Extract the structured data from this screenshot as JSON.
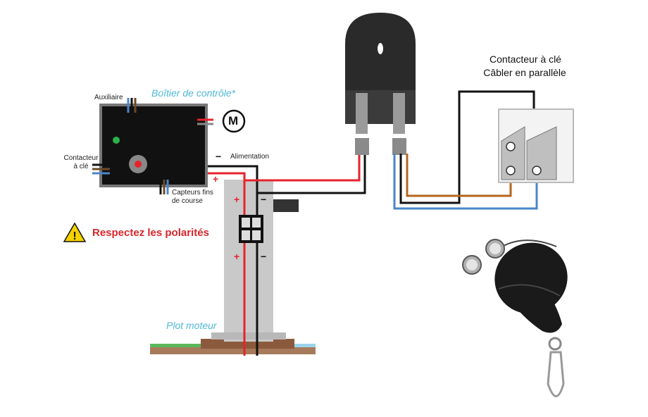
{
  "labels": {
    "auxiliaire": "Auxiliaire",
    "boitier": "Boîtier de contrôle*",
    "contacteur_cle": "Contacteur à clé",
    "alimentation": "Alimentation",
    "capteurs": "Capteurs fins de course",
    "warning": "Respectez les polarités",
    "plot_moteur": "Plot moteur",
    "key_switch_title": "Contacteur à clé",
    "key_switch_sub": "Câbler en parallèle",
    "motor_symbol": "M"
  },
  "signs": {
    "minus": "−",
    "plus": "+"
  },
  "colors": {
    "wire_red": "#e8222b",
    "wire_black": "#111111",
    "wire_blue": "#4a86c8",
    "wire_brown": "#b5651d",
    "accent_teal": "#4fb8d6",
    "warning_red": "#d8262b",
    "warning_yellow": "#f5d200"
  }
}
